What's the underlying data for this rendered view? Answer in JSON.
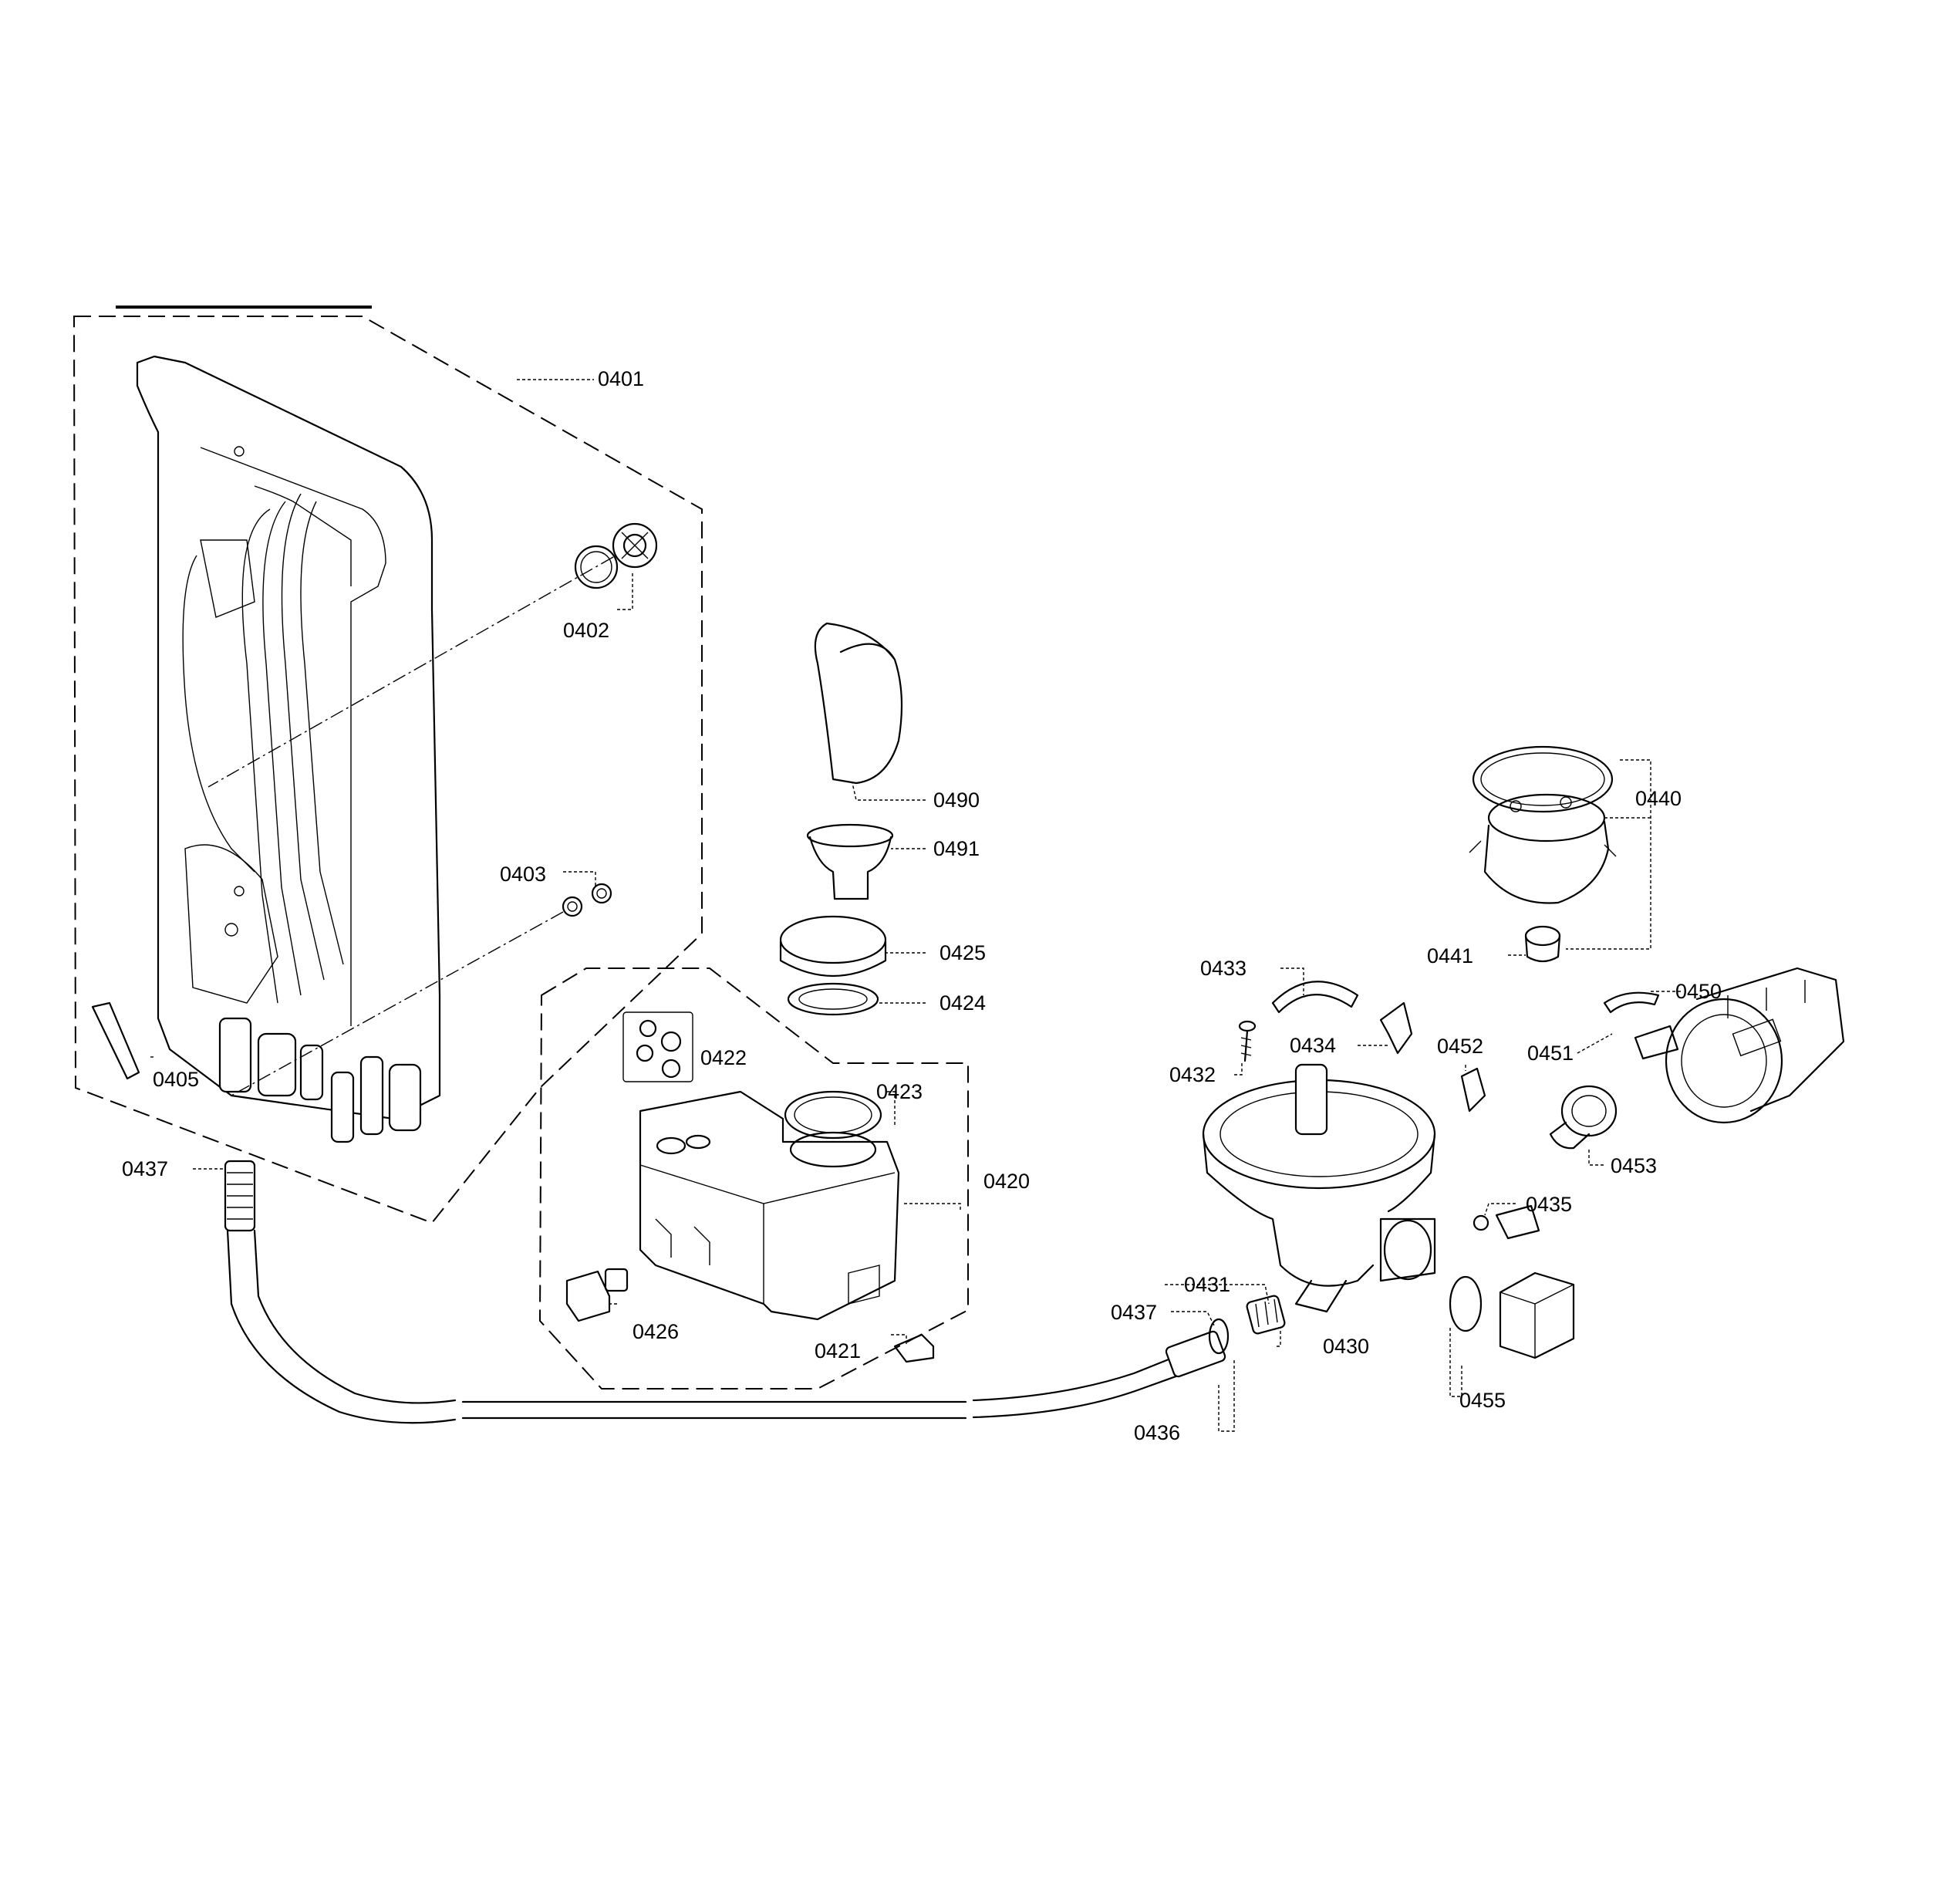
{
  "labels": {
    "p0401": "0401",
    "p0402": "0402",
    "p0403": "0403",
    "p0405": "0405",
    "p0437a": "0437",
    "p0490": "0490",
    "p0491": "0491",
    "p0425": "0425",
    "p0424": "0424",
    "p0422": "0422",
    "p0423": "0423",
    "p0420": "0420",
    "p0426": "0426",
    "p0421": "0421",
    "p0433": "0433",
    "p0434": "0434",
    "p0432": "0432",
    "p0431": "0431",
    "p0437b": "0437",
    "p0430": "0430",
    "p0436": "0436",
    "p0440": "0440",
    "p0441": "0441",
    "p0450": "0450",
    "p0451": "0451",
    "p0452": "0452",
    "p0453": "0453",
    "p0435": "0435",
    "p0455": "0455"
  }
}
